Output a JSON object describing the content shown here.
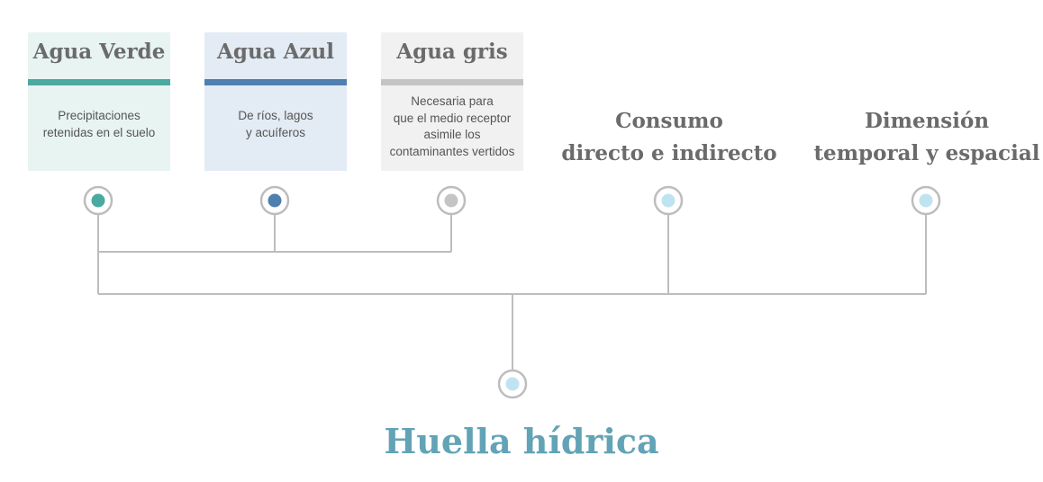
{
  "cards": {
    "green": {
      "title": "Agua Verde",
      "description": "Precipitaciones\nretenidas en el suelo",
      "bg_color": "#e8f4f2",
      "bar_color": "#4aa9a0"
    },
    "blue": {
      "title": "Agua Azul",
      "description": "De ríos, lagos\ny acuíferos",
      "bg_color": "#e3ebf4",
      "bar_color": "#4f7fae"
    },
    "gray": {
      "title": "Agua gris",
      "description": "Necesaria para\nque el medio receptor\nasimile los\ncontaminantes vertidos",
      "bg_color": "#f1f1f1",
      "bar_color": "#c4c4c4"
    }
  },
  "labels": {
    "consumo": "Consumo\ndirecto e indirecto",
    "dimension": "Dimensión\ntemporal y espacial"
  },
  "nodes": {
    "green_color": "#4aa9a0",
    "blue_color": "#4f7fae",
    "gray_color": "#c4c4c4",
    "light_color": "#bfe3f0",
    "ring_color": "#bdbdbd",
    "line_color": "#bdbdbd"
  },
  "title": {
    "text": "Huella hídrica",
    "color": "#62a3b6"
  }
}
